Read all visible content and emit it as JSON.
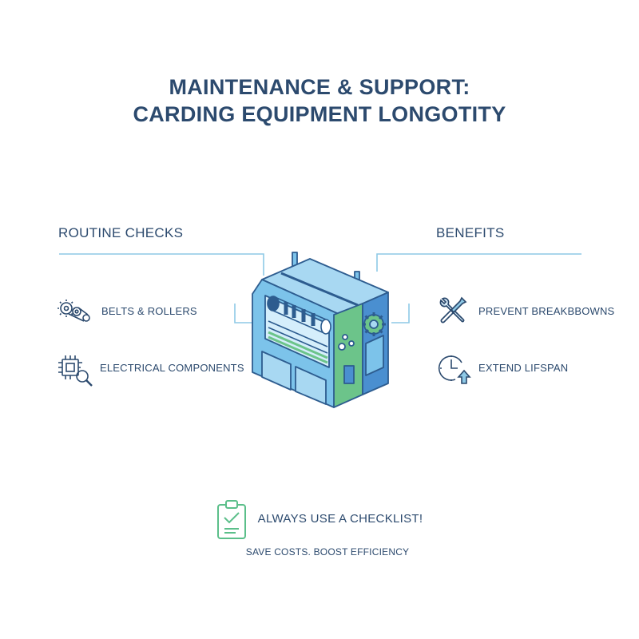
{
  "title": {
    "line1": "MAINTENANCE & SUPPORT:",
    "line2": "CARDING EQUIPMENT LONGOTITY"
  },
  "routine_checks": {
    "heading": "ROUTINE CHECKS",
    "items": [
      {
        "label": "BELTS & ROLLERS",
        "icon": "gears-belt-icon"
      },
      {
        "label": "ELECTRICAL COMPONENTS",
        "icon": "circuit-magnifier-icon"
      }
    ]
  },
  "benefits": {
    "heading": "BENEFITS",
    "items": [
      {
        "label": "PREVENT BREAKBBOWNS",
        "icon": "wrench-screwdriver-icon"
      },
      {
        "label": "EXTEND LIFSPAN",
        "icon": "clock-arrow-icon"
      }
    ]
  },
  "callout": {
    "label": "ALWAYS USE A CHECKLIST!",
    "icon": "clipboard-check-icon",
    "subtext": "SAVE COSTS. BOOST EFFICIENCY"
  },
  "colors": {
    "text": "#2c4a6e",
    "line": "#8ec9e6",
    "machine_blue": "#7cc3ea",
    "machine_green": "#6cc48a",
    "outline": "#2d5c8f"
  }
}
